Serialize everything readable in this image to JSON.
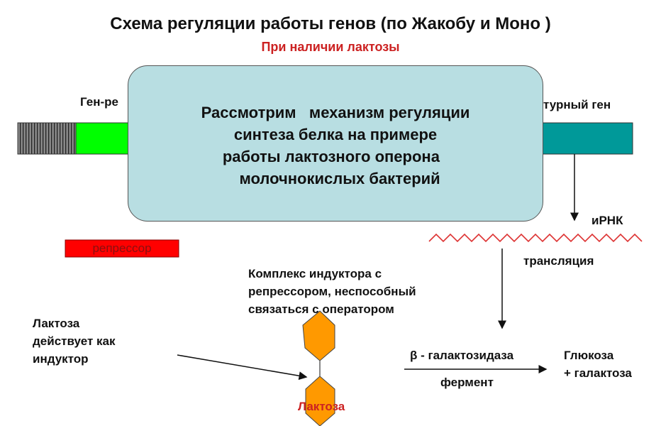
{
  "title": "Схема регуляции работы генов (по Жакобу и Моно )",
  "subtitle": "При наличии лактозы",
  "labels": {
    "regulator_gene": "Ген-ре",
    "structural_gene": "турный ген",
    "mrna": "иРНК",
    "translation": "трансляция",
    "repressor": "репрессор",
    "complex": [
      "Комплекс индуктора с",
      "репрессором, неспособный",
      "связаться с оператором"
    ],
    "lactose_inducer": [
      "Лактоза",
      "действует как",
      "индуктор"
    ],
    "lactose": "Лактоза",
    "enzyme_name": "β - галактозидаза",
    "enzyme": "фермент",
    "products": [
      "Глюкоза",
      "+ галактоза"
    ]
  },
  "overlay_box": {
    "lines": [
      "Рассмотрим   механизм регуляции",
      "синтеза белка на примере",
      "работы лактозного оперона  ",
      "  молочнокислых бактерий"
    ]
  },
  "colors": {
    "regulator": "#00ff00",
    "structural": "#009999",
    "repressor": "#ff0000",
    "lactose": "#ff9900",
    "box": "#b8dee2",
    "accent_red": "#cc2222"
  }
}
